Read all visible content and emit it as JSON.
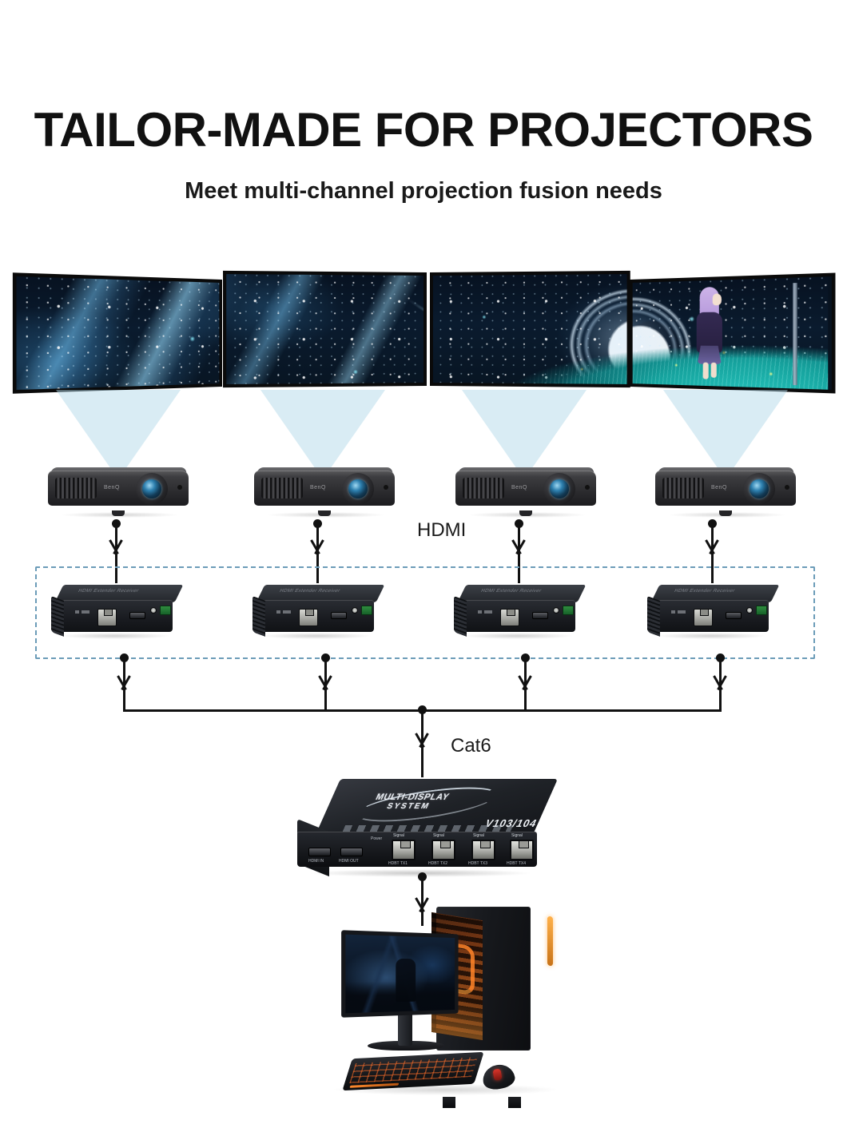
{
  "header": {
    "title": "TAILOR-MADE FOR PROJECTORS",
    "subtitle": "Meet multi-channel projection fusion needs"
  },
  "diagram": {
    "labels": {
      "hdmi": "HDMI",
      "cat6": "Cat6"
    },
    "screen_wall": {
      "panel_count": 4,
      "scene": "starry night sky with crescent moon, glowing grass field and a girl standing"
    },
    "projectors": [
      {
        "brand": "BenQ"
      },
      {
        "brand": "BenQ"
      },
      {
        "brand": "BenQ"
      },
      {
        "brand": "BenQ"
      }
    ],
    "receivers": [
      {
        "name": "HDMI Extender Receiver",
        "ports": [
          "RJ45",
          "HDMI",
          "IR",
          "Power"
        ]
      },
      {
        "name": "HDMI Extender Receiver",
        "ports": [
          "RJ45",
          "HDMI",
          "IR",
          "Power"
        ]
      },
      {
        "name": "HDMI Extender Receiver",
        "ports": [
          "RJ45",
          "HDMI",
          "IR",
          "Power"
        ]
      },
      {
        "name": "HDMI Extender Receiver",
        "ports": [
          "RJ45",
          "HDMI",
          "IR",
          "Power"
        ]
      }
    ],
    "switch": {
      "brand_line1": "MULTI-DISPLAY",
      "brand_line2": "SYSTEM",
      "model": "V103/104",
      "hdmi_ports": [
        {
          "label": "HDMI IN"
        },
        {
          "label": "HDMI OUT"
        }
      ],
      "rj45_ports": [
        {
          "signal_label": "Signal",
          "port_label": "HDBT TX1"
        },
        {
          "signal_label": "Signal",
          "port_label": "HDBT TX2"
        },
        {
          "signal_label": "Signal",
          "port_label": "HDBT TX3"
        },
        {
          "signal_label": "Signal",
          "port_label": "HDBT TX4"
        }
      ],
      "power_label": "Power"
    },
    "source": {
      "device": "Gaming PC workstation",
      "parts": [
        "monitor",
        "tower",
        "keyboard",
        "mouse"
      ]
    }
  },
  "colors": {
    "dashed_group_border": "#6c9cb8",
    "beam": "#add6e8",
    "wire": "#111111",
    "text": "#111111",
    "accent_orange": "#ff8b2e"
  }
}
